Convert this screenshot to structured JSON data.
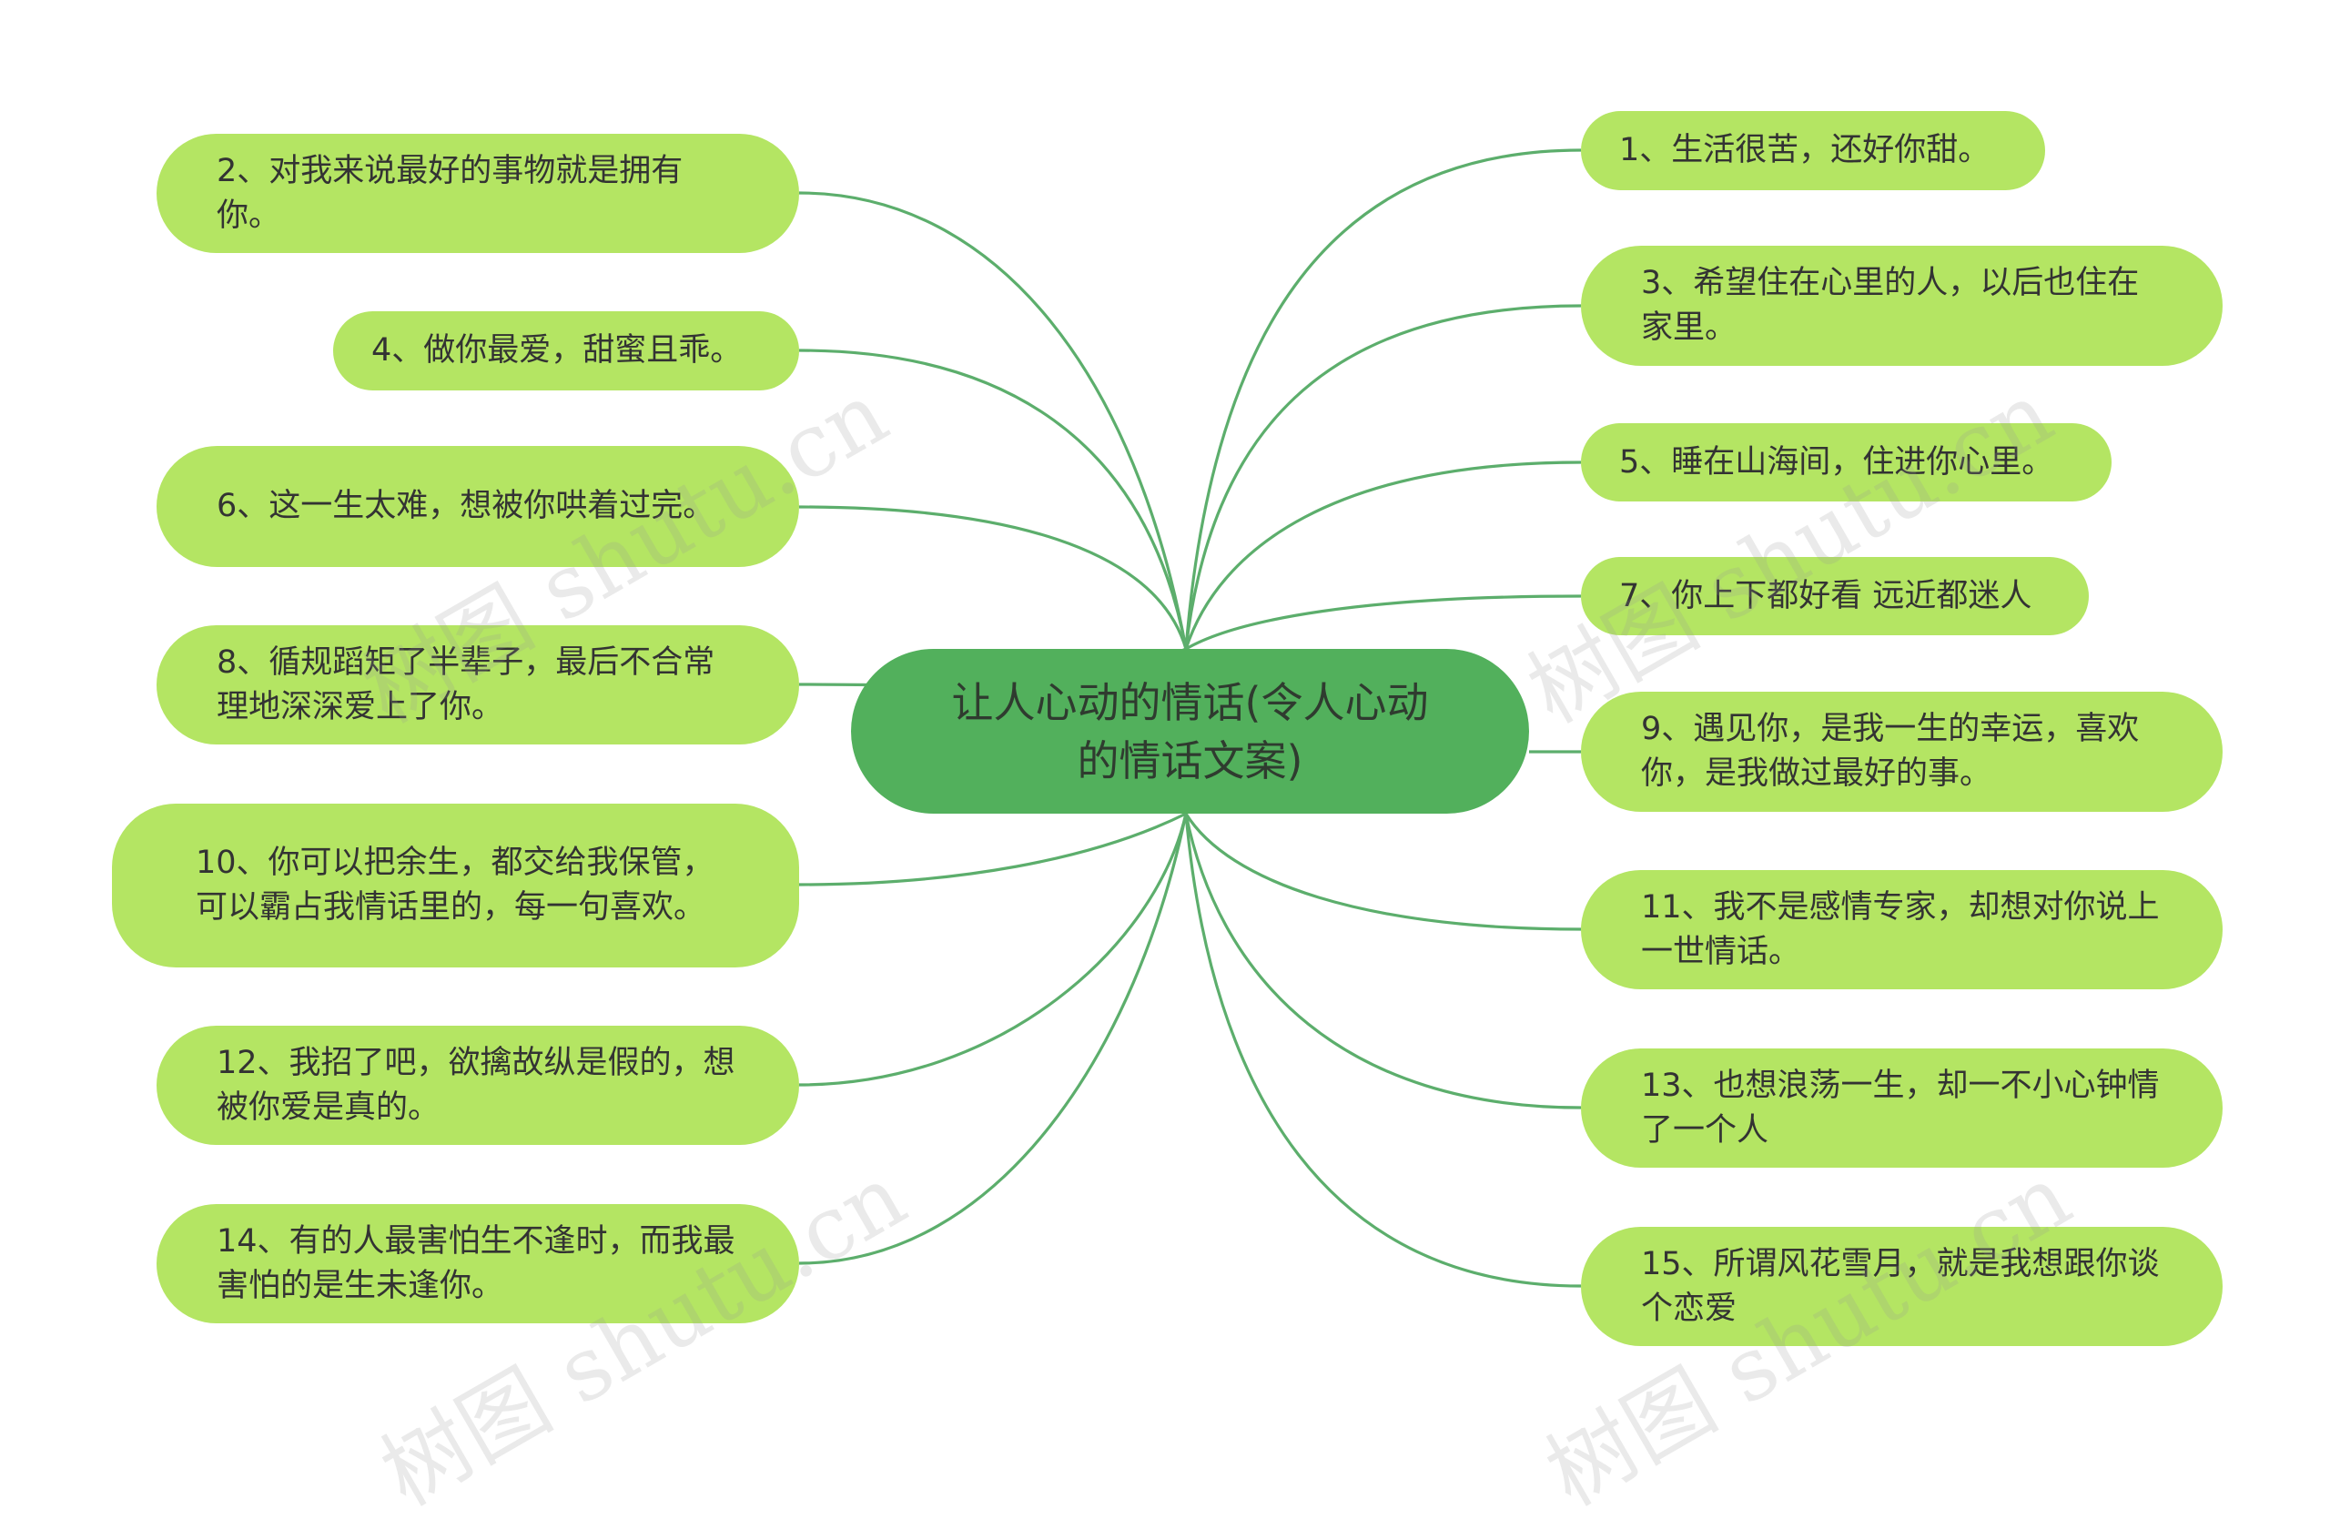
{
  "center": {
    "label": "让人心动的情话(令人心动的情话文案)"
  },
  "nodes": {
    "n1": "1、生活很苦，还好你甜。",
    "n2": "2、对我来说最好的事物就是拥有你。",
    "n3": "3、希望住在心里的人，以后也住在家里。",
    "n4": "4、做你最爱，甜蜜且乖。",
    "n5": "5、睡在山海间，住进你心里。",
    "n6": "6、这一生太难，想被你哄着过完。",
    "n7": "7、你上下都好看 远近都迷人",
    "n8": "8、循规蹈矩了半辈子，最后不合常理地深深爱上了你。",
    "n9": "9、遇见你，是我一生的幸运，喜欢你，是我做过最好的事。",
    "n10": "10、你可以把余生，都交给我保管，可以霸占我情话里的，每一句喜欢。",
    "n11": "11、我不是感情专家，却想对你说上一世情话。",
    "n12": "12、我招了吧，欲擒故纵是假的，想被你爱是真的。",
    "n13": "13、也想浪荡一生，却一不小心钟情了一个人",
    "n14": "14、有的人最害怕生不逢时，而我最害怕的是生未逢你。",
    "n15": "15、所谓风花雪月，就是我想跟你谈个恋爱"
  },
  "watermark": "树图 shutu.cn",
  "colors": {
    "node_fill": "#b4e563",
    "center_fill": "#52b05c",
    "edge": "#5cae6c",
    "text": "#333333"
  }
}
